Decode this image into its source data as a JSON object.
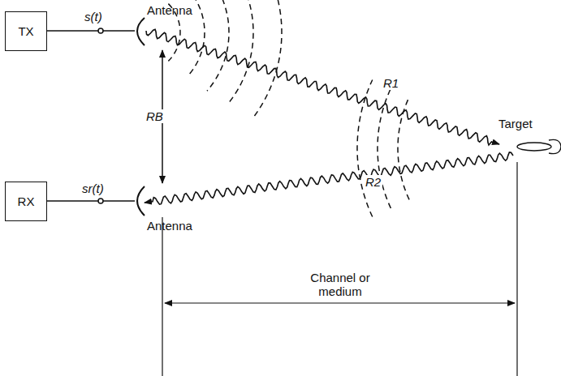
{
  "diagram": {
    "nodes": [
      {
        "text": [
          "TX"
        ]
      },
      {
        "text": [
          "RX"
        ]
      }
    ],
    "edges": [],
    "labels": [
      "s(t)",
      "Antenna",
      "R1",
      "Target",
      "RB",
      "R2",
      "sr(t)",
      "Antenna",
      "Channel or medium"
    ]
  }
}
